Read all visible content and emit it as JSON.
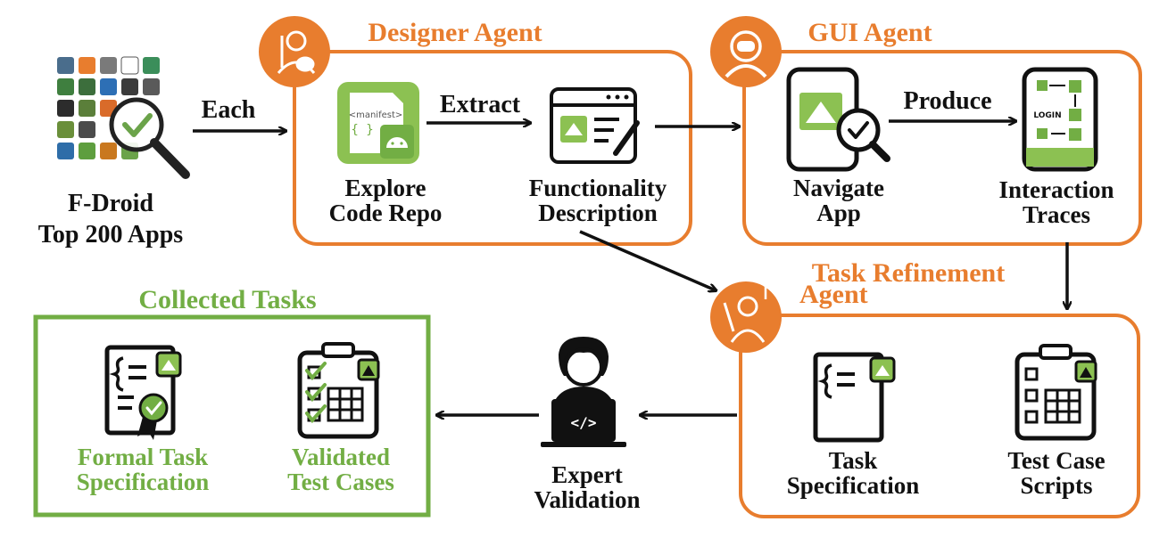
{
  "source": {
    "line1": "F-Droid",
    "line2": "Top 200 Apps"
  },
  "edges": {
    "each": "Each",
    "extract": "Extract",
    "produce": "Produce"
  },
  "designer_agent": {
    "title": "Designer Agent",
    "explore": {
      "line1": "Explore",
      "line2": "Code Repo"
    },
    "manifest_label": "<manifest>",
    "manifest_code": "{ }",
    "functionality": {
      "line1": "Functionality",
      "line2": "Description"
    }
  },
  "gui_agent": {
    "title": "GUI Agent",
    "navigate": {
      "line1": "Navigate",
      "line2": "App"
    },
    "traces": {
      "line1": "Interaction",
      "line2": "Traces"
    },
    "login_label": "LOGIN"
  },
  "task_refinement_agent": {
    "title_line1": "Task Refinement",
    "title_line2": "Agent",
    "spec": {
      "line1": "Task",
      "line2": "Specification"
    },
    "scripts": {
      "line1": "Test Case",
      "line2": "Scripts"
    }
  },
  "expert": {
    "line1": "Expert",
    "line2": "Validation",
    "code_glyph": "</>"
  },
  "collected": {
    "title": "Collected Tasks",
    "formal": {
      "line1": "Formal Task",
      "line2": "Specification"
    },
    "validated": {
      "line1": "Validated",
      "line2": "Test Cases"
    }
  },
  "colors": {
    "orange": "#E87D2E",
    "green": "#72AE44",
    "light_green": "#8CC152",
    "black": "#111111"
  }
}
